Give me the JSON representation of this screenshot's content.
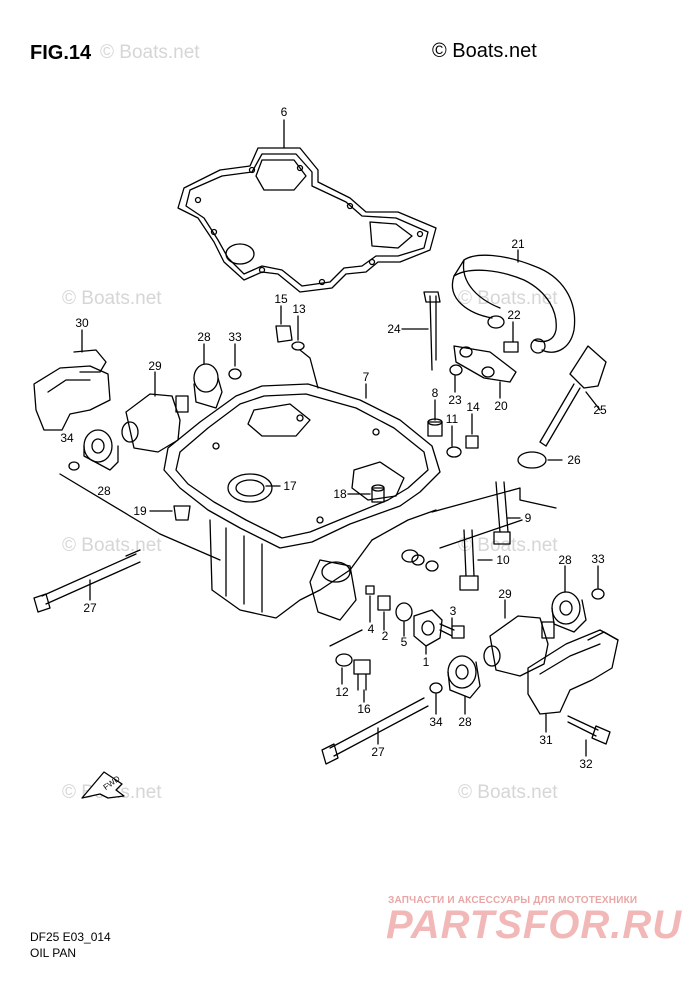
{
  "header": {
    "figure": "FIG.14",
    "copyright": "© Boats.net"
  },
  "watermark": {
    "text": "© Boats.net"
  },
  "footer": {
    "code": "DF25 E03_014",
    "title": "OIL PAN"
  },
  "branding": {
    "tagline": "ЗАПЧАСТИ И АКСЕССУАРЫ ДЛЯ МОТОТЕХНИКИ",
    "logo": "PARTSFOR.RU"
  },
  "fwd_arrow": "FWD",
  "callouts": {
    "c1": "1",
    "c2": "2",
    "c3": "3",
    "c4": "4",
    "c5": "5",
    "c6": "6",
    "c7": "7",
    "c8": "8",
    "c9": "9",
    "c10": "10",
    "c11": "11",
    "c12": "12",
    "c13": "13",
    "c14": "14",
    "c15": "15",
    "c16": "16",
    "c17": "17",
    "c18": "18",
    "c19": "19",
    "c20": "20",
    "c21": "21",
    "c22": "22",
    "c23": "23",
    "c24": "24",
    "c25": "25",
    "c26": "26",
    "c27a": "27",
    "c27b": "27",
    "c28a": "28",
    "c28b": "28",
    "c28c": "28",
    "c28d": "28",
    "c29a": "29",
    "c29b": "29",
    "c30": "30",
    "c31": "31",
    "c32": "32",
    "c33a": "33",
    "c33b": "33",
    "c34a": "34",
    "c34b": "34"
  }
}
